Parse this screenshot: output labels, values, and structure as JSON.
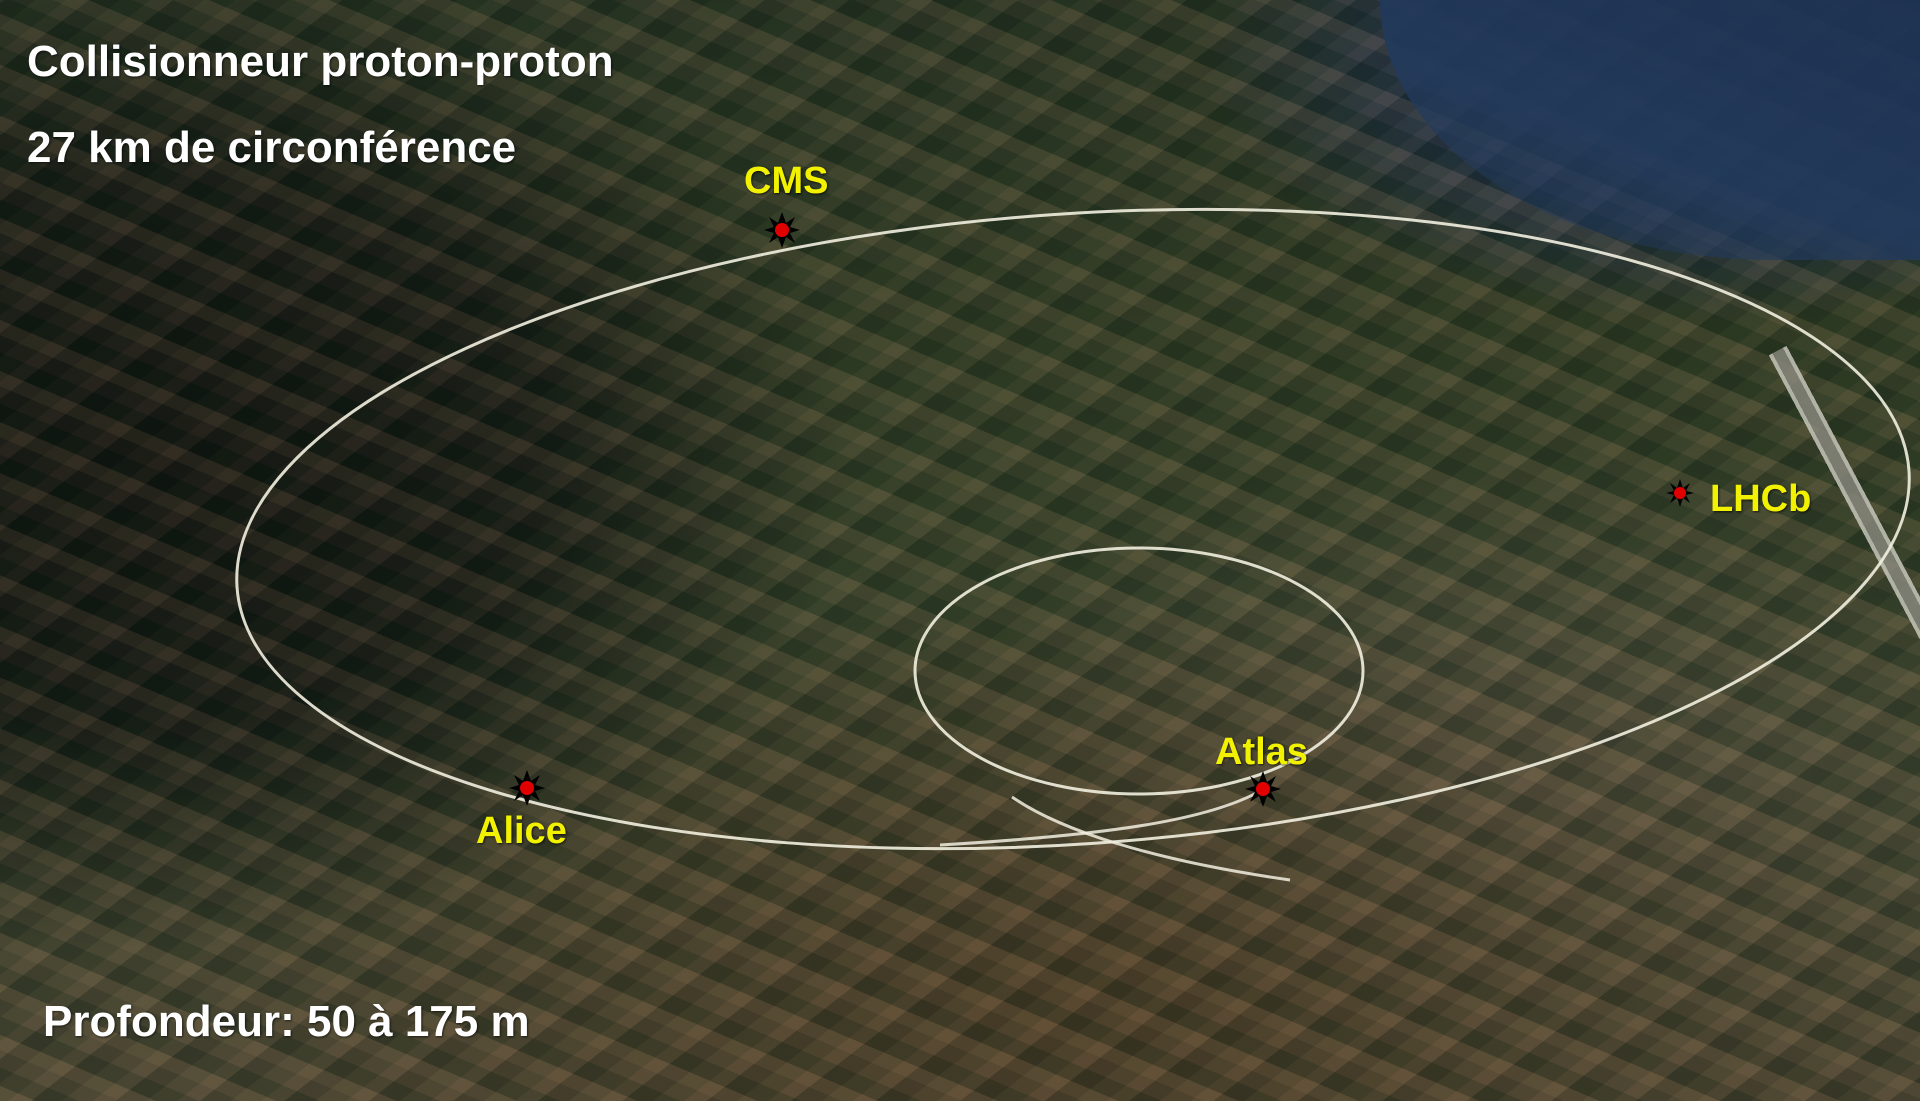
{
  "captions": {
    "title": "Collisionneur proton-proton",
    "circumference": "27 km de circonférence",
    "depth": "Profondeur: 50 à 175 m"
  },
  "experiments": {
    "cms": "CMS",
    "lhcb": "LHCb",
    "atlas": "Atlas",
    "alice": "Alice"
  },
  "colors": {
    "ring": "#f2efe0",
    "label_text": "#f2f200",
    "caption_text": "#ffffff",
    "marker_fill": "#e00000",
    "marker_spikes": "#000000"
  }
}
